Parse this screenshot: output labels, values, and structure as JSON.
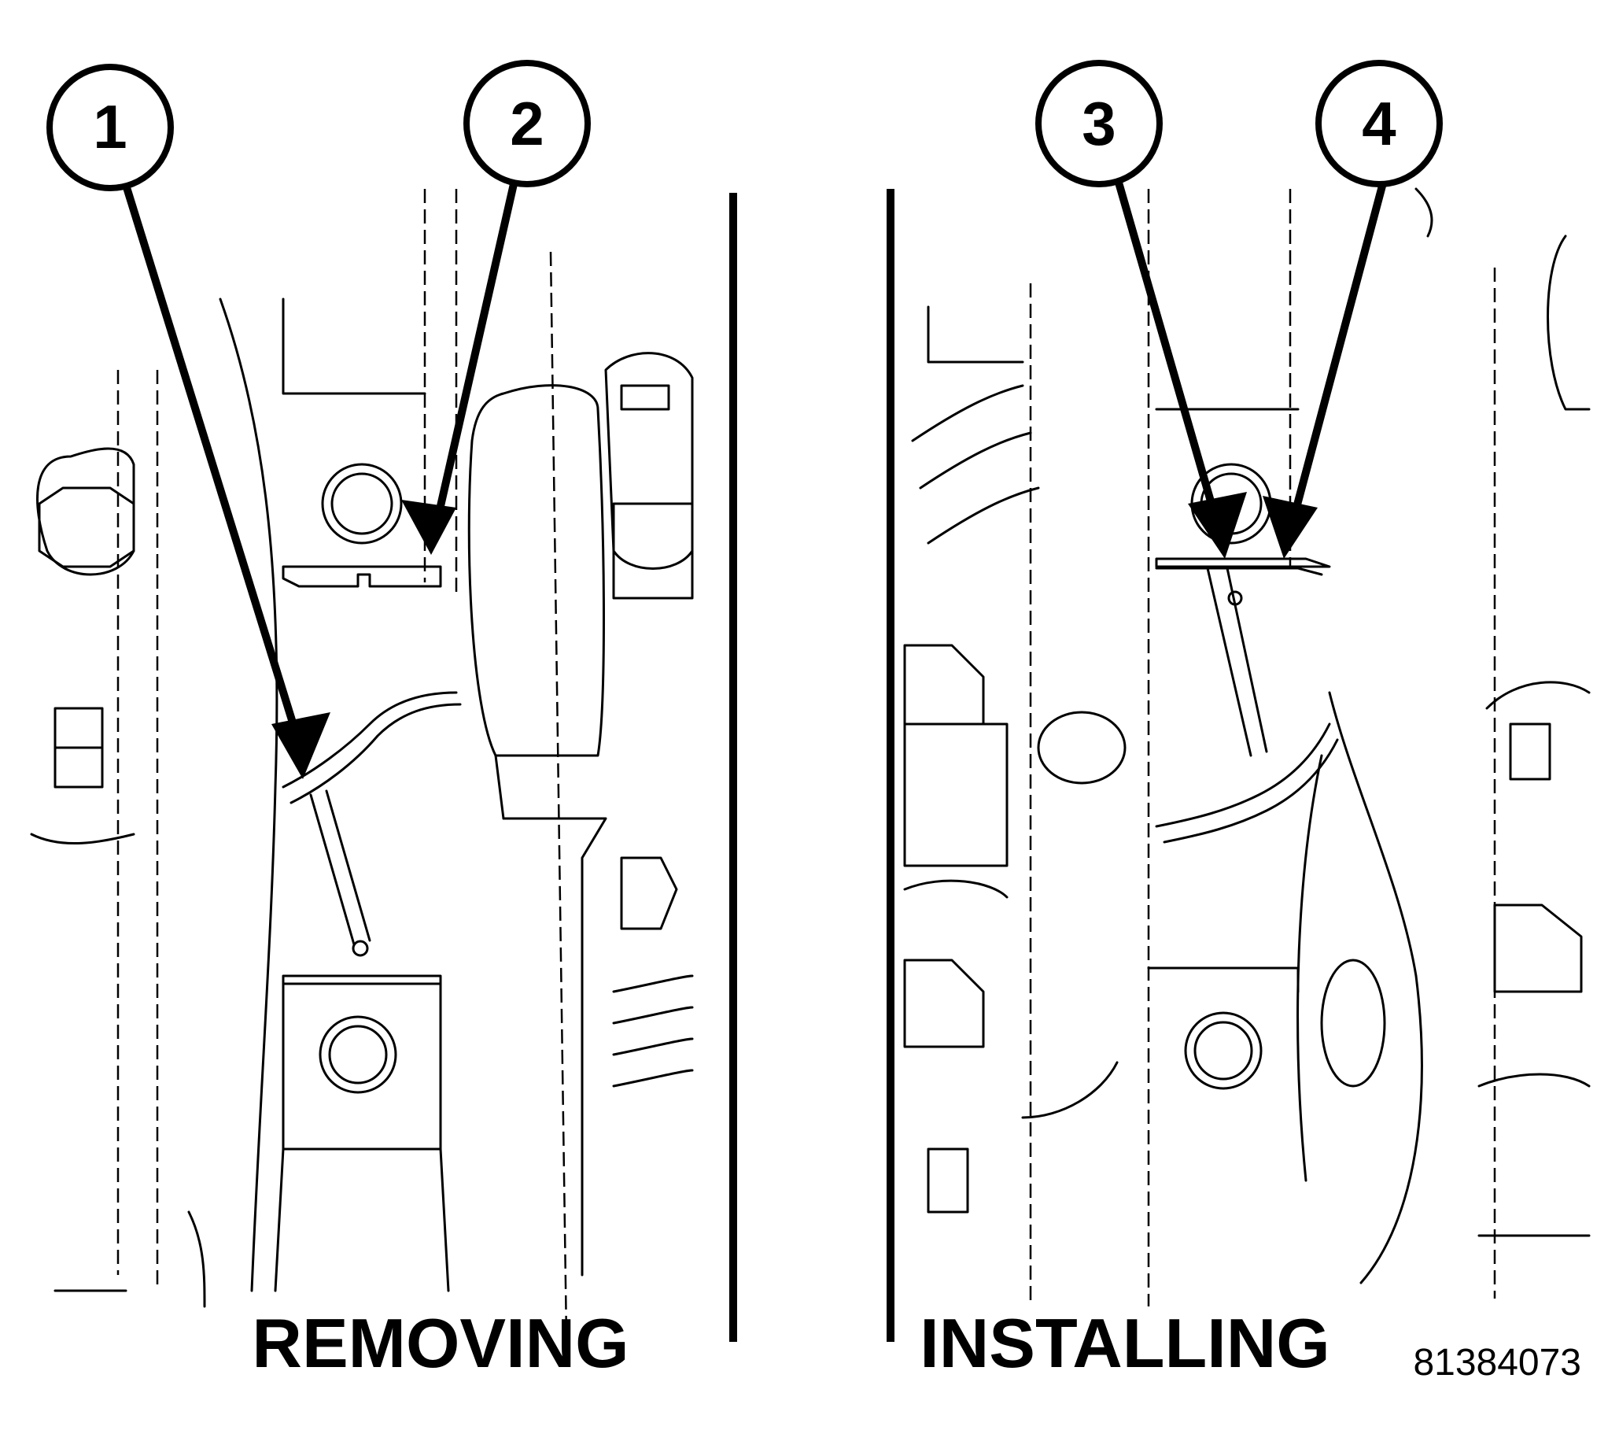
{
  "panels": {
    "left": {
      "caption": "REMOVING"
    },
    "right": {
      "caption": "INSTALLING"
    }
  },
  "callouts": [
    {
      "number": "1"
    },
    {
      "number": "2"
    },
    {
      "number": "3"
    },
    {
      "number": "4"
    }
  ],
  "figure_id": "81384073",
  "colors": {
    "line": "#000000",
    "background": "#ffffff"
  }
}
